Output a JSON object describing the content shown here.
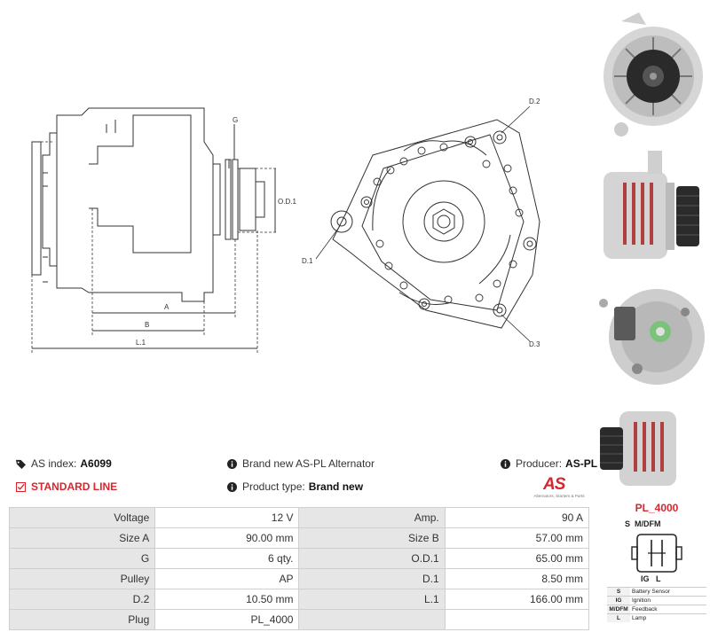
{
  "drawing_labels": {
    "g": "G",
    "od1": "O.D.1",
    "a": "A",
    "b": "B",
    "l1": "L.1",
    "d2": "D.2",
    "d1": "D.1",
    "d3": "D.3"
  },
  "info": {
    "as_index_label": "AS index:",
    "as_index_value": "A6099",
    "standard_line": "STANDARD LINE",
    "brand_label": "Brand new AS-PL Alternator",
    "product_type_label": "Product type:",
    "product_type_value": "Brand new",
    "producer_label": "Producer:",
    "producer_value": "AS-PL",
    "logo_text": "AS",
    "logo_tagline": "Alternators, Starters & Parts"
  },
  "specs": [
    [
      "Voltage",
      "12 V",
      "Amp.",
      "90 A"
    ],
    [
      "Size A",
      "90.00 mm",
      "Size B",
      "57.00 mm"
    ],
    [
      "G",
      "6 qty.",
      "O.D.1",
      "65.00 mm"
    ],
    [
      "Pulley",
      "AP",
      "D.1",
      "8.50 mm"
    ],
    [
      "D.2",
      "10.50 mm",
      "L.1",
      "166.00 mm"
    ],
    [
      "Plug",
      "PL_4000",
      "",
      ""
    ]
  ],
  "plug": {
    "title": "PL_4000",
    "top_pins": "S  M/DFM",
    "bottom_pins": "IG   L",
    "legend": [
      [
        "S",
        "Battery Sensor"
      ],
      [
        "IG",
        "Ignition"
      ],
      [
        "M/DFM",
        "Feedback"
      ],
      [
        "L",
        "Lamp"
      ]
    ]
  },
  "colors": {
    "accent": "#d7262e",
    "label_bg": "#e6e6e6",
    "line": "#333333"
  },
  "icons": [
    "tag-icon",
    "checkbox-icon",
    "info-icon"
  ]
}
